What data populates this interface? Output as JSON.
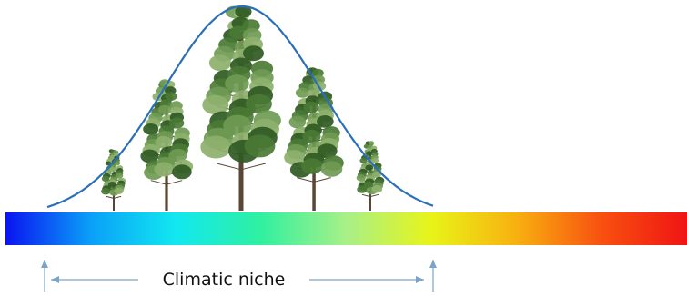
{
  "figure": {
    "label": "Climatic niche",
    "curve_color": "#2b6fb6",
    "arrow_color": "#7aa4c8",
    "trunk_color": "#5a4634",
    "foliage_colors": [
      "#2f5a22",
      "#4a7a34",
      "#6f9a52",
      "#8db06c"
    ],
    "gradient_colors": [
      "#0a14f0",
      "#0aa0f8",
      "#12e8f0",
      "#30f0a0",
      "#a8f088",
      "#e8f418",
      "#f8b010",
      "#f85010",
      "#f01414"
    ],
    "trees": [
      {
        "name": "tree-small-left",
        "relative_size": 0.3
      },
      {
        "name": "tree-medium-left",
        "relative_size": 0.64
      },
      {
        "name": "tree-large-center",
        "relative_size": 1.0
      },
      {
        "name": "tree-medium-right",
        "relative_size": 0.7
      },
      {
        "name": "tree-small-right",
        "relative_size": 0.34
      }
    ]
  }
}
